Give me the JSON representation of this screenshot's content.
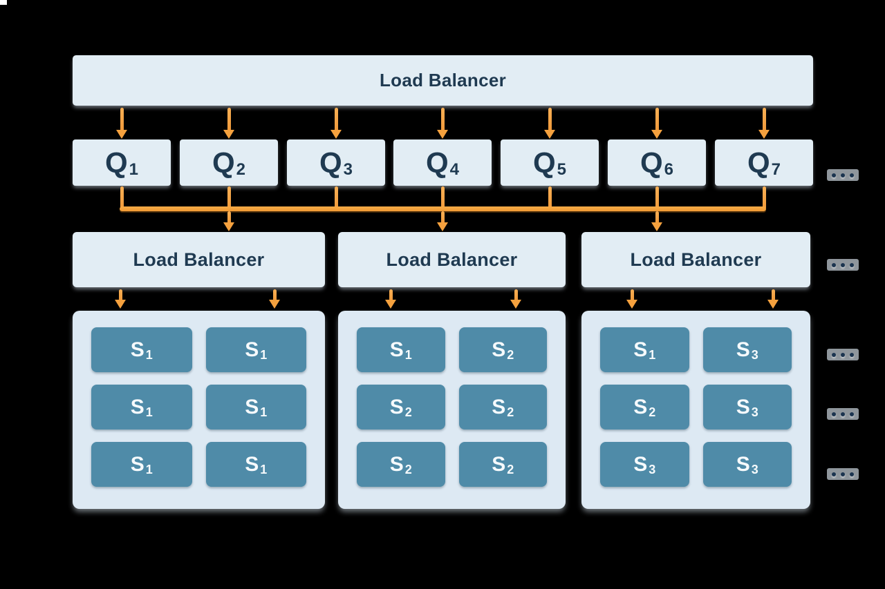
{
  "colors": {
    "background": "#000000",
    "box_light": "#e2edf4",
    "container_light": "#dde9f3",
    "server_teal": "#4f8ba8",
    "text_navy": "#1f3a51",
    "arrow_orange": "#f5a13e",
    "server_text": "#ffffff",
    "ellipsis_dot": "#1b344f"
  },
  "top_load_balancer": {
    "label": "Load Balancer"
  },
  "queues": [
    {
      "base": "Q",
      "sub": "1"
    },
    {
      "base": "Q",
      "sub": "2"
    },
    {
      "base": "Q",
      "sub": "3"
    },
    {
      "base": "Q",
      "sub": "4"
    },
    {
      "base": "Q",
      "sub": "5"
    },
    {
      "base": "Q",
      "sub": "6"
    },
    {
      "base": "Q",
      "sub": "7"
    }
  ],
  "load_balancers": [
    {
      "label": "Load Balancer"
    },
    {
      "label": "Load Balancer"
    },
    {
      "label": "Load Balancer"
    }
  ],
  "server_groups": [
    {
      "servers": [
        {
          "base": "S",
          "sub": "1"
        },
        {
          "base": "S",
          "sub": "1"
        },
        {
          "base": "S",
          "sub": "1"
        },
        {
          "base": "S",
          "sub": "1"
        },
        {
          "base": "S",
          "sub": "1"
        },
        {
          "base": "S",
          "sub": "1"
        }
      ]
    },
    {
      "servers": [
        {
          "base": "S",
          "sub": "1"
        },
        {
          "base": "S",
          "sub": "2"
        },
        {
          "base": "S",
          "sub": "2"
        },
        {
          "base": "S",
          "sub": "2"
        },
        {
          "base": "S",
          "sub": "2"
        },
        {
          "base": "S",
          "sub": "2"
        }
      ]
    },
    {
      "servers": [
        {
          "base": "S",
          "sub": "1"
        },
        {
          "base": "S",
          "sub": "3"
        },
        {
          "base": "S",
          "sub": "2"
        },
        {
          "base": "S",
          "sub": "3"
        },
        {
          "base": "S",
          "sub": "3"
        },
        {
          "base": "S",
          "sub": "3"
        }
      ]
    }
  ],
  "ellipsis": {
    "icon": "horizontal-ellipsis-icon"
  }
}
